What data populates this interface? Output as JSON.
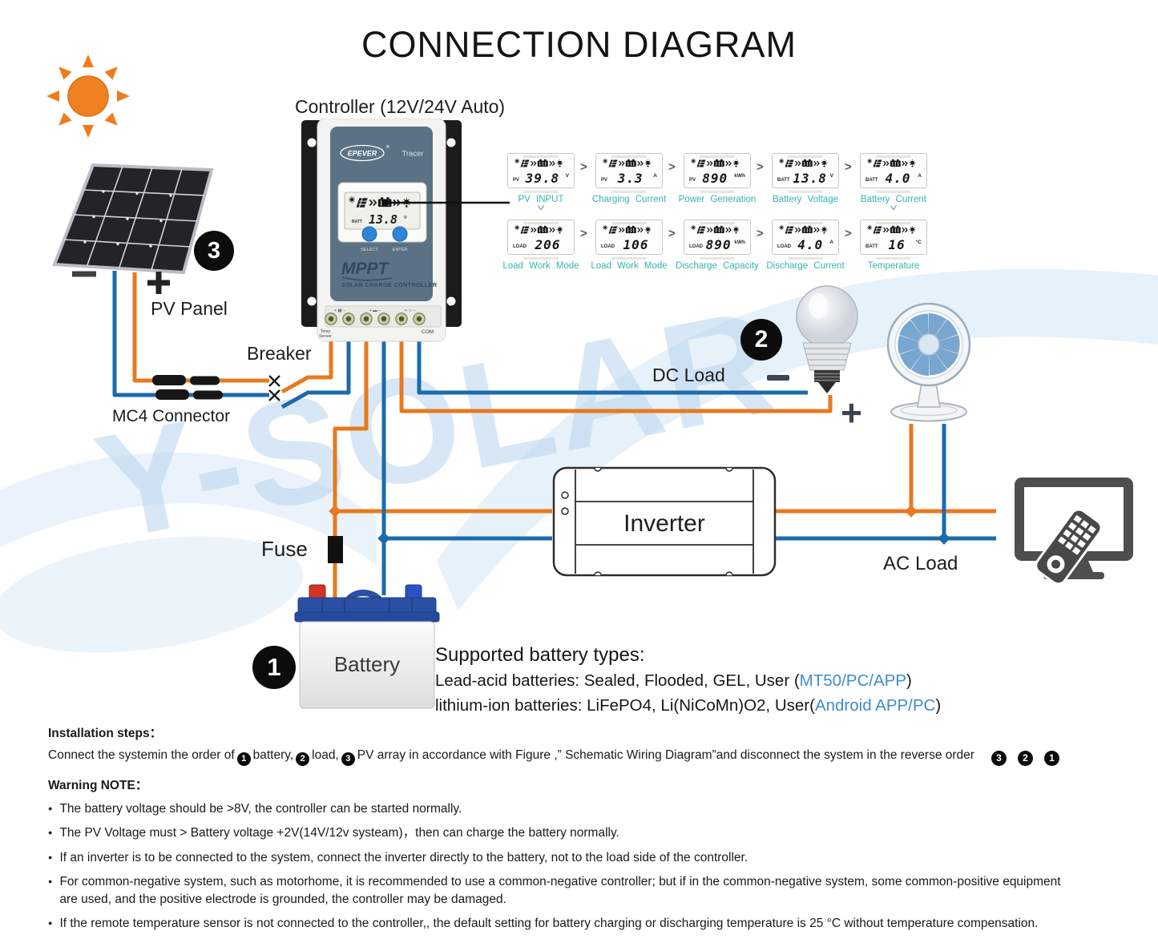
{
  "title": "CONNECTION DIAGRAM",
  "watermark": "Y-SOLAR",
  "controller": {
    "label": "Controller (12V/24V Auto)",
    "brand": "EPEVER",
    "reg": "®",
    "model": "Tracer",
    "lcd_tag": "BATT",
    "lcd_value": "13.8",
    "lcd_unit": "V",
    "select_label": "SELECT",
    "enter_label": "ENTER",
    "mppt": "MPPT",
    "product": "SOLAR CHARGE CONTROLLER",
    "terminal_marks": [
      "+ ▦ −",
      "+ ▬ −",
      "+ ☼ −"
    ],
    "temp_sensor_line1": "Temp",
    "temp_sensor_line2": "Sensor",
    "com": "COM"
  },
  "lcds": {
    "rows": [
      {
        "items": [
          {
            "tag": "PV",
            "value": "39.8",
            "unit": "V",
            "label": "PV INPUT",
            "chevron": true
          },
          {
            "tag": "PV",
            "value": "3.3",
            "unit": "A",
            "label": "Charging Current",
            "chevron": false
          },
          {
            "tag": "PV",
            "value": "890",
            "unit": "kWh",
            "label": "Power Generation",
            "chevron": false
          },
          {
            "tag": "BATT",
            "value": "13.8",
            "unit": "V",
            "label": "Battery Voltage",
            "chevron": false
          },
          {
            "tag": "BATT",
            "value": "4.0",
            "unit": "A",
            "label": "Battery Current",
            "chevron": true
          }
        ]
      },
      {
        "items": [
          {
            "tag": "LOAD",
            "value": "206",
            "unit": "",
            "label": "Load Work Mode",
            "chevron": false
          },
          {
            "tag": "LOAD",
            "value": "106",
            "unit": "",
            "label": "Load Work Mode",
            "chevron": false
          },
          {
            "tag": "LOAD",
            "value": "890",
            "unit": "kWh",
            "label": "Discharge Capacity",
            "chevron": false
          },
          {
            "tag": "LOAD",
            "value": "4.0",
            "unit": "A",
            "label": "Discharge Current",
            "chevron": false
          },
          {
            "tag": "BATT",
            "value": "16",
            "unit": "°C",
            "label": "Temperature",
            "chevron": false
          }
        ]
      }
    ]
  },
  "labels": {
    "pv_panel": "PV Panel",
    "breaker": "Breaker",
    "mc4": "MC4 Connector",
    "fuse": "Fuse",
    "battery": "Battery",
    "inverter": "Inverter",
    "dc_load": "DC Load",
    "ac_load": "AC Load"
  },
  "steps": {
    "battery": "1",
    "load": "2",
    "pv": "3"
  },
  "battery_types": {
    "heading": "Supported battery types:",
    "line1_prefix": "Lead-acid batteries: Sealed, Flooded, GEL, User (",
    "line1_link": "MT50/PC/APP",
    "line1_suffix": ")",
    "line2_prefix": "lithium-ion batteries: LiFePO4, Li(NiCoMn)O2, User(",
    "line2_link": "Android APP/PC",
    "line2_suffix": ")"
  },
  "installation": {
    "heading": "Installation steps：",
    "intro": "Connect the systemin the order of",
    "n1": "1",
    "after_n1": "battery,",
    "n2": "2",
    "after_n2": "load,",
    "n3": "3",
    "tail": "PV array in accordance with Figure ,” Schematic Wiring Diagram”and disconnect the system in the reverse order",
    "reverse": [
      "3",
      "2",
      "1"
    ]
  },
  "warning": {
    "heading": "Warning NOTE：",
    "bullets": [
      "The battery voltage should be >8V, the controller can be started normally.",
      "The PV Voltage must > Battery voltage +2V(14V/12v systeam)，then can charge the battery normally.",
      "If an inverter is to be connected to the system, connect the inverter directly to the battery, not to the load side of the controller.",
      "For common-negative system, such as motorhome, it is recommended to use a common-negative controller; but if in the common-negative system, some common-positive equipment are used, and the positive electrode is grounded, the controller may be damaged.",
      "If the remote temperature sensor is not connected to the controller,, the default setting for battery charging or discharging temperature is 25 °C without temperature compensation."
    ]
  },
  "colors": {
    "positive_wire": "#e8791e",
    "negative_wire": "#1b6aad",
    "label_teal": "#36b3ac",
    "link_blue": "#3e8ccd"
  }
}
